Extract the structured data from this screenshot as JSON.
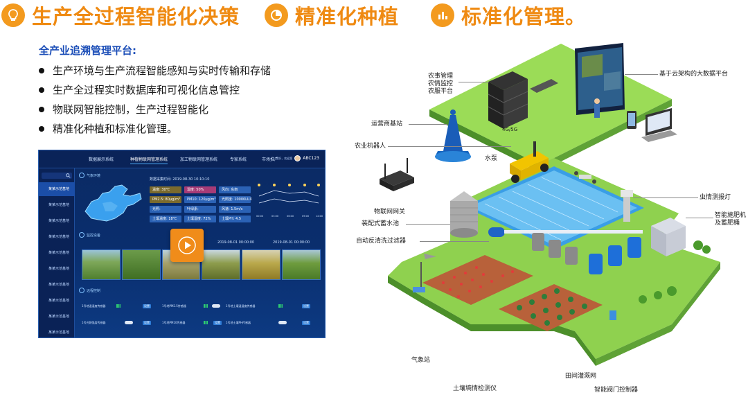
{
  "headings": [
    {
      "text": "生产全过程智能化决策",
      "icon": "lightbulb-icon"
    },
    {
      "text": "精准化种植",
      "icon": "pie-chart-icon"
    },
    {
      "text": "标准化管理。",
      "icon": "bar-chart-icon"
    }
  ],
  "platform": {
    "title": "全产业追溯管理平台:",
    "bullets": [
      "生产环境与生产流程智能感知与实时传输和存储",
      "生产全过程实时数据库和可视化信息管控",
      "物联网智能控制，生产过程智能化",
      "精准化种植和标准化管理。"
    ]
  },
  "dashboard": {
    "nav": [
      "数据展示系统",
      "种植物联网管理系统",
      "加工物联网管理系统",
      "专家系统",
      "市场推广"
    ],
    "user": {
      "prefix": "您好，欢迎您",
      "name": "ABC123"
    },
    "sidebar_items": [
      "某某示范基地",
      "某某示范基地",
      "某某示范基地",
      "某某示范基地",
      "某某示范基地",
      "某某示范基地",
      "某某示范基地",
      "某某示范基地",
      "某某示范基地",
      "某某示范基地"
    ],
    "panel_env": "气象环境",
    "panel_cam": "监控设备",
    "panel_ctrl": "远程控制",
    "stats_time": "数据采集时间:  2019-08-30  10:10:10",
    "stats": [
      {
        "text": "温度:  30℃",
        "color": "#7a6a2e"
      },
      {
        "text": "湿度:  50%",
        "color": "#a63b77"
      },
      {
        "text": "风向:  东南",
        "color": "#2b62b5"
      },
      {
        "text": "PM2.5: 80μg/m³",
        "color": "#7a6a2e"
      },
      {
        "text": "PM10: 120μg/m³",
        "color": "#2b62b5"
      },
      {
        "text": "光照度:  10000LUX",
        "color": "#2b62b5"
      },
      {
        "text": "光照:",
        "color": "#2b62b5"
      },
      {
        "text": "叶绿素:",
        "color": "#2b62b5"
      },
      {
        "text": "风速:  1.5m/s",
        "color": "#2b62b5"
      },
      {
        "text": "土壤温度:  18℃",
        "color": "#2b62b5"
      },
      {
        "text": "土壤湿度:  72%",
        "color": "#2b62b5"
      },
      {
        "text": "土壤PH:  4.5",
        "color": "#2b62b5"
      }
    ],
    "cam_date_1": "2019-08-01  00:00:00",
    "cam_date_2": "2019-08-01  00:00:00",
    "ctrl_rows": [
      [
        "1号地温湿度传感器",
        "设置",
        "1号地PM2.5传感器",
        "设置",
        "1号地土壤温湿度传感器",
        "设置"
      ],
      [
        "1号光照强度传感器",
        "设置",
        "1号地PM10传感器",
        "设置",
        "1号地土壤PH传感器",
        "设置"
      ]
    ],
    "play_icon": "play-icon"
  },
  "farm_labels": {
    "big_data": "基于云架构的大数据平台",
    "agri_platform": "农事管理\n农情监控\n农服平台",
    "base_station": "运营商基站",
    "g4": "4G/5G",
    "robot": "农业机器人",
    "pump": "水泵",
    "gateway": "物联网网关",
    "pest_lamp": "虫情测报灯",
    "pool": "装配式蓄水池",
    "fertilizer": "智能施肥机\n及蓄肥桶",
    "filter": "自动反清洗过滤器",
    "weather_station": "气象站",
    "soil": "土壤墒情检测仪",
    "irrigation": "田间灌溉网",
    "valve": "智能阀门控制器"
  },
  "colors": {
    "accent": "#f39a1e",
    "title_blue": "#1d4fb8",
    "grass": "#8fd14f"
  }
}
